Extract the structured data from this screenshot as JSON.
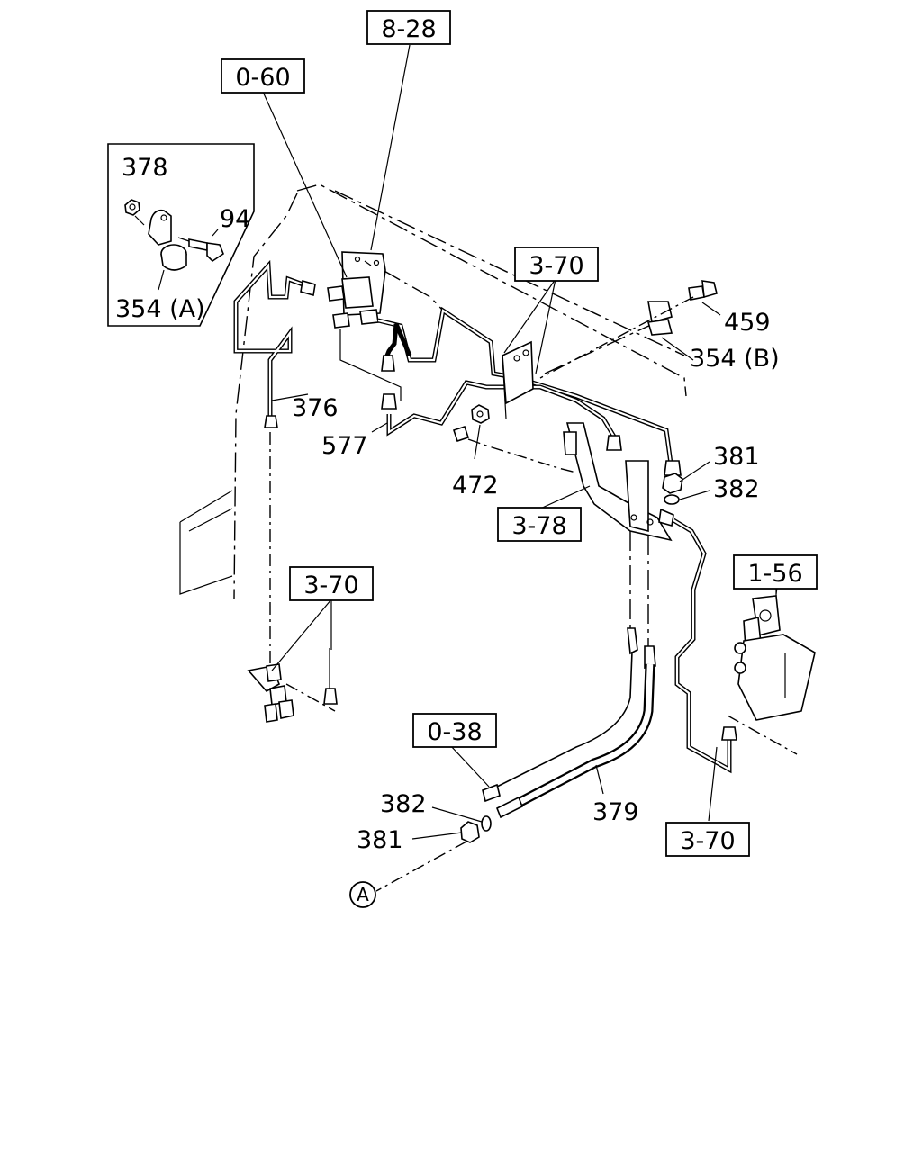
{
  "callouts": {
    "ref_8_28": "8-28",
    "ref_0_60": "0-60",
    "ref_3_70_top": "3-70",
    "ref_3_78": "3-78",
    "ref_3_70_left": "3-70",
    "ref_1_56": "1-56",
    "ref_0_38": "0-38",
    "ref_3_70_bottom": "3-70"
  },
  "parts": {
    "p378": "378",
    "p94": "94",
    "p354a": "354 (A)",
    "p376": "376",
    "p577": "577",
    "p472": "472",
    "p459": "459",
    "p354b": "354 (B)",
    "p381_top": "381",
    "p382_top": "382",
    "p379": "379",
    "p382_bottom": "382",
    "p381_bottom": "381"
  },
  "markers": {
    "circle_a": "A"
  }
}
